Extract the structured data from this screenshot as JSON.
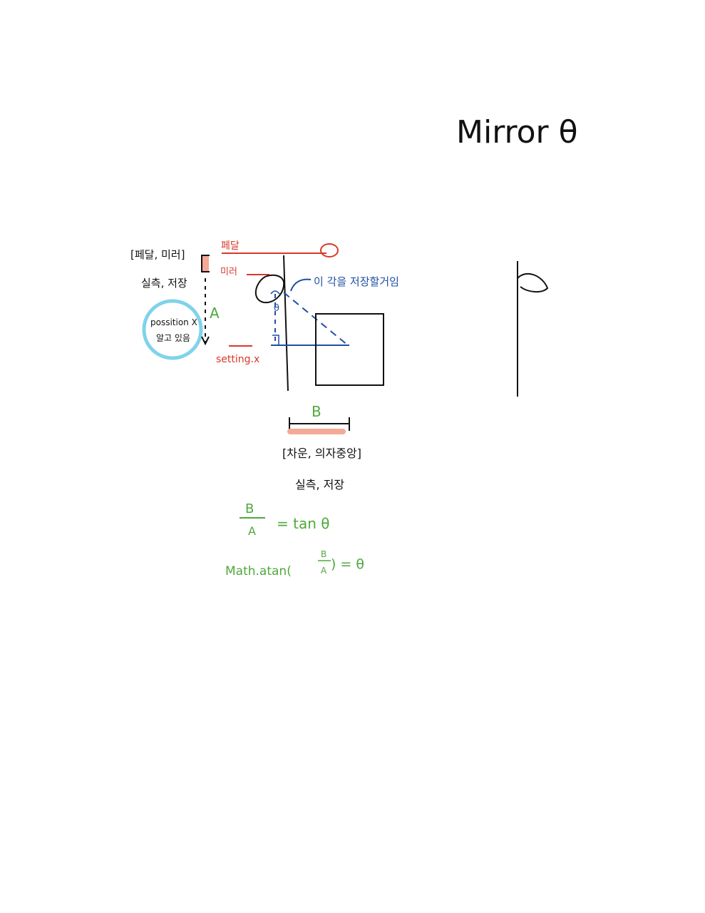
{
  "title": "Mirror θ",
  "colors": {
    "ink": "#111111",
    "red": "#d9372b",
    "blue": "#1f4fa3",
    "green": "#4fa83a",
    "cyan": "#7fd3ea",
    "salmon": "#f3a996"
  },
  "left_panel": {
    "bracket_label": "[페달, 미러]",
    "measure_label": "실측, 저장",
    "circled_line1": "possition X",
    "circled_line2": "알고 있음"
  },
  "red_labels": {
    "pedal": "페달",
    "mirror": "미러",
    "setting": "setting.x"
  },
  "blue_note": "이 각을 저장할거임",
  "theta_symbol": "θ",
  "dimension": {
    "a_label": "A",
    "b_label": "B"
  },
  "bottom_panel": {
    "bracket_label": "[차운, 의자중앙]",
    "measure_label": "실측, 저장"
  },
  "formula": {
    "numerator": "B",
    "denominator": "A",
    "rhs": "= tan θ",
    "code": "Math.atan(",
    "code_num": "B",
    "code_den": "A",
    "code_tail": ") = θ"
  }
}
